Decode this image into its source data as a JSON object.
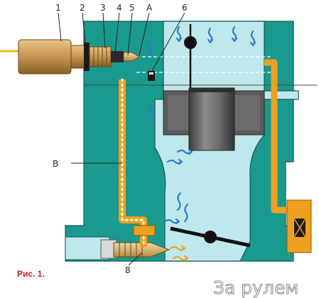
{
  "figure": {
    "caption": "Рис. 1.",
    "watermark": "За рулем",
    "colors": {
      "body": "#1a9a8e",
      "channel": "#bfe8ec",
      "fuel": "#f0a020",
      "brass": "#c99a55",
      "piston": "#555555",
      "flow_arrow": "#2a7ec8",
      "caption": "#d21c1c"
    }
  },
  "callouts": {
    "c1": "1",
    "c2": "2",
    "c3": "3",
    "c4": "4",
    "c5": "5",
    "c6": "6",
    "cA": "A",
    "cB": "B",
    "c8": "8"
  }
}
